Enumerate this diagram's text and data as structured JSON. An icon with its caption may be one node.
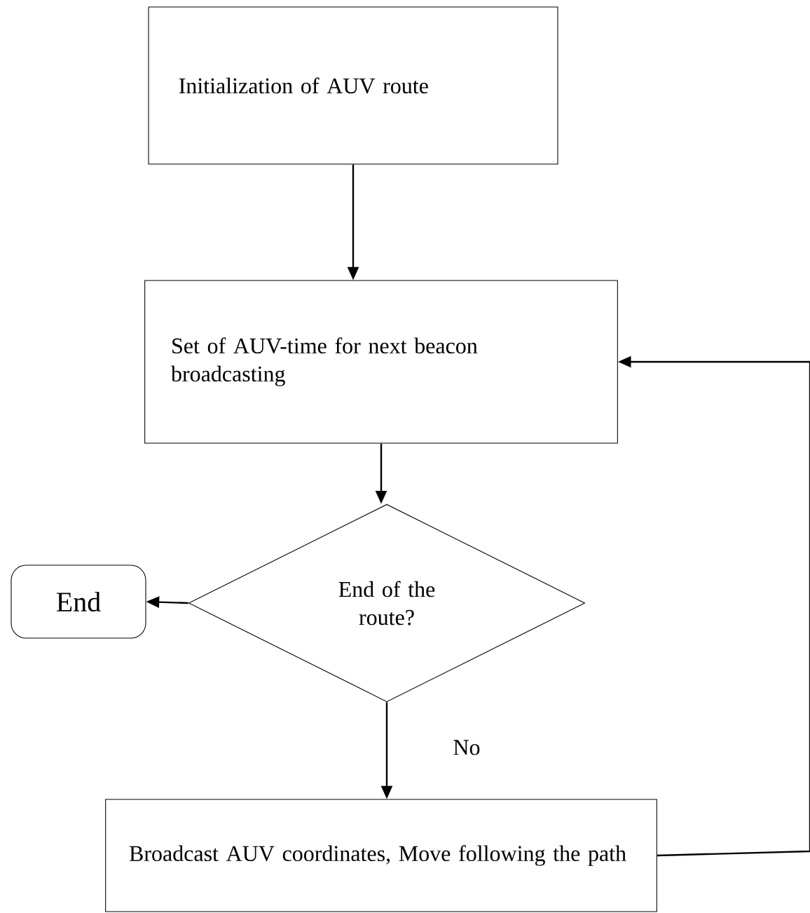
{
  "diagram": {
    "nodes": [
      {
        "text": [
          "Initialization of AUV route"
        ]
      },
      {
        "text": [
          "Set of AUV-time for next beacon broadcasting"
        ]
      },
      {
        "text": [
          "End of the route?"
        ]
      },
      {
        "text": [
          "End"
        ]
      },
      {
        "text": [
          "Broadcast AUV coordinates, Move following the path"
        ]
      }
    ],
    "edges": [
      {
        "from": 0,
        "to": 1,
        "arrow": "to"
      },
      {
        "from": 1,
        "to": 2,
        "arrow": "to"
      },
      {
        "from": 2,
        "to": 3,
        "arrow": "to"
      },
      {
        "from": 2,
        "to": 4,
        "arrow": "to",
        "label": "No"
      },
      {
        "from": 4,
        "to": 1,
        "arrow": "to"
      }
    ]
  }
}
